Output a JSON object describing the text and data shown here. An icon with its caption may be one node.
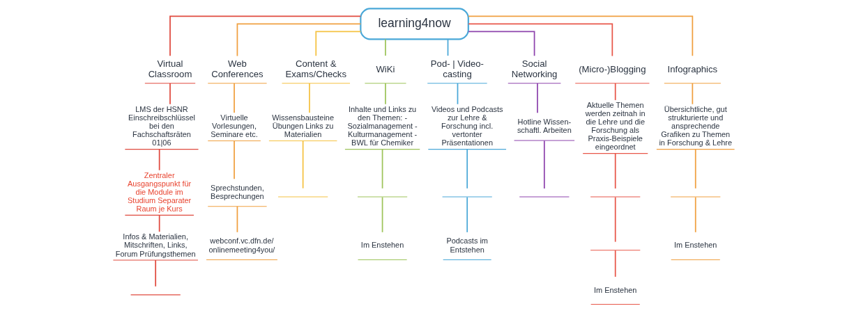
{
  "diagram": {
    "nodes": [
      {
        "text": [
          "learning4now"
        ]
      },
      {
        "text": [
          "Virtual Classroom"
        ]
      },
      {
        "text": [
          "LMS der HSNR Einschreibschlüssel bei den Fachschaftsräten 01|06"
        ]
      },
      {
        "text": [
          "Zentraler Ausgangspunkt für die Module im Studium Separater Raum je Kurs"
        ]
      },
      {
        "text": [
          "Infos & Materialien, Mitschriften, Links, Forum Prüfungsthemen"
        ]
      },
      {
        "text": [],
        "shape": "underline"
      },
      {
        "text": [
          "Web Conferences"
        ]
      },
      {
        "text": [
          "Virtuelle Vorlesungen, Seminare etc."
        ]
      },
      {
        "text": [
          "Sprechstunden, Besprechungen"
        ]
      },
      {
        "text": [
          "webconf.vc.dfn.de/ onlinemeeting4you/"
        ]
      },
      {
        "text": [
          "Content & Exams/Checks"
        ]
      },
      {
        "text": [
          "Wissensbausteine Übungen Links zu Materialien"
        ]
      },
      {
        "text": [],
        "shape": "underline"
      },
      {
        "text": [
          "WiKi"
        ]
      },
      {
        "text": [
          "Inhalte und Links zu den Themen: - Sozialmanagement - Kulturmanagement - BWL für Chemiker"
        ]
      },
      {
        "text": [],
        "shape": "underline"
      },
      {
        "text": [
          "Im Enstehen"
        ]
      },
      {
        "text": [
          "Pod- | Video- casting"
        ]
      },
      {
        "text": [
          "Videos und Podcasts zur Lehre & Forschung incl. vertonter Präsentationen"
        ]
      },
      {
        "text": [],
        "shape": "underline"
      },
      {
        "text": [
          "Podcasts im Entstehen"
        ]
      },
      {
        "text": [
          "Social Networking"
        ]
      },
      {
        "text": [
          "Hotline Wissen- schaftl. Arbeiten"
        ]
      },
      {
        "text": [],
        "shape": "underline"
      },
      {
        "text": [
          "(Micro-)Blogging"
        ]
      },
      {
        "text": [
          "Aktuelle Themen werden zeitnah in die Lehre und die Forschung als Praxis-Beispiele eingeordnet"
        ]
      },
      {
        "text": [],
        "shape": "underline"
      },
      {
        "text": [],
        "shape": "underline"
      },
      {
        "text": [
          "Im Enstehen"
        ]
      },
      {
        "text": [
          "Infographics"
        ]
      },
      {
        "text": [
          "Übersichtliche, gut strukturierte und ansprechende Grafiken zu Themen in Forschung & Lehre"
        ]
      },
      {
        "text": [],
        "shape": "underline"
      },
      {
        "text": [
          "Im Enstehen"
        ]
      }
    ],
    "edges": [
      {
        "from": 0,
        "to": 1,
        "arrow": "none",
        "color": "#e04a3f"
      },
      {
        "from": 1,
        "to": 2,
        "arrow": "none",
        "color": "#e04a3f"
      },
      {
        "from": 2,
        "to": 3,
        "arrow": "none",
        "color": "#e04a3f"
      },
      {
        "from": 3,
        "to": 4,
        "arrow": "none",
        "color": "#e04a3f"
      },
      {
        "from": 4,
        "to": 5,
        "arrow": "none",
        "color": "#e04a3f"
      },
      {
        "from": 0,
        "to": 6,
        "arrow": "none",
        "color": "#f0a040"
      },
      {
        "from": 6,
        "to": 7,
        "arrow": "none",
        "color": "#f0a040"
      },
      {
        "from": 7,
        "to": 8,
        "arrow": "none",
        "color": "#f0a040"
      },
      {
        "from": 8,
        "to": 9,
        "arrow": "none",
        "color": "#f0a040"
      },
      {
        "from": 0,
        "to": 10,
        "arrow": "none",
        "color": "#f5c242"
      },
      {
        "from": 10,
        "to": 11,
        "arrow": "none",
        "color": "#f5c242"
      },
      {
        "from": 11,
        "to": 12,
        "arrow": "none",
        "color": "#f5c242"
      },
      {
        "from": 0,
        "to": 13,
        "arrow": "none",
        "color": "#9dc45a"
      },
      {
        "from": 13,
        "to": 14,
        "arrow": "none",
        "color": "#9dc45a"
      },
      {
        "from": 14,
        "to": 15,
        "arrow": "none",
        "color": "#9dc45a"
      },
      {
        "from": 15,
        "to": 16,
        "arrow": "none",
        "color": "#9dc45a"
      },
      {
        "from": 0,
        "to": 17,
        "arrow": "none",
        "color": "#4aa8d8"
      },
      {
        "from": 17,
        "to": 18,
        "arrow": "none",
        "color": "#4aa8d8"
      },
      {
        "from": 18,
        "to": 19,
        "arrow": "none",
        "color": "#4aa8d8"
      },
      {
        "from": 19,
        "to": 20,
        "arrow": "none",
        "color": "#4aa8d8"
      },
      {
        "from": 0,
        "to": 21,
        "arrow": "none",
        "color": "#8e44ad"
      },
      {
        "from": 21,
        "to": 22,
        "arrow": "none",
        "color": "#8e44ad"
      },
      {
        "from": 22,
        "to": 23,
        "arrow": "none",
        "color": "#8e44ad"
      },
      {
        "from": 0,
        "to": 24,
        "arrow": "none",
        "color": "#e8574a"
      },
      {
        "from": 24,
        "to": 25,
        "arrow": "none",
        "color": "#e8574a"
      },
      {
        "from": 25,
        "to": 26,
        "arrow": "none",
        "color": "#e8574a"
      },
      {
        "from": 26,
        "to": 27,
        "arrow": "none",
        "color": "#e8574a"
      },
      {
        "from": 27,
        "to": 28,
        "arrow": "none",
        "color": "#e8574a"
      },
      {
        "from": 0,
        "to": 29,
        "arrow": "none",
        "color": "#f0a040"
      },
      {
        "from": 29,
        "to": 30,
        "arrow": "none",
        "color": "#f0a040"
      },
      {
        "from": 30,
        "to": 31,
        "arrow": "none",
        "color": "#f0a040"
      },
      {
        "from": 31,
        "to": 32,
        "arrow": "none",
        "color": "#f0a040"
      }
    ]
  }
}
